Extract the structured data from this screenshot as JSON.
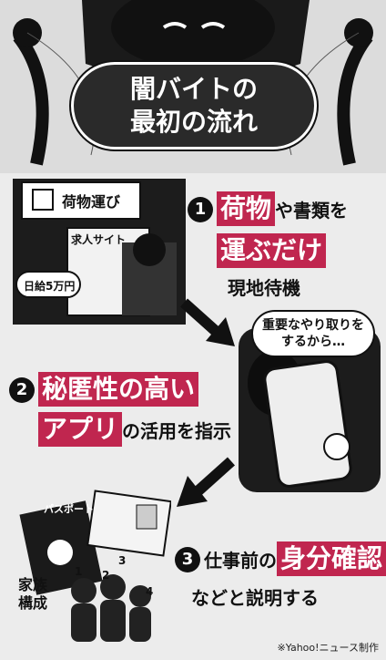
{
  "title": {
    "line1": "闇バイトの",
    "line2": "最初の流れ"
  },
  "step1": {
    "number": "1",
    "highlight_1": "荷物",
    "text_1": "や書類を",
    "highlight_2": "運ぶだけ",
    "text_2": "現地待機"
  },
  "step2": {
    "number": "2",
    "highlight_1": "秘匿性の高い",
    "highlight_2": "アプリ",
    "text_1": "の活用を指示"
  },
  "step3": {
    "number": "3",
    "text_1": "仕事前の",
    "highlight_1": "身分確認",
    "text_2": "などと説明する"
  },
  "illustration1": {
    "sign": "荷物運び",
    "board": "求人サイト",
    "pay": "日給5万円"
  },
  "illustration2": {
    "bubble_line1": "重要なやり取りを",
    "bubble_line2": "するから…"
  },
  "illustration3": {
    "passport": "パスポート",
    "family_line1": "家族",
    "family_line2": "構成",
    "n1": "1",
    "n2": "2",
    "n3": "3",
    "n4": "4"
  },
  "credit": "※Yahoo!ニュース制作",
  "colors": {
    "accent": "#c0264f",
    "dark": "#111111",
    "bg": "#ececec"
  }
}
